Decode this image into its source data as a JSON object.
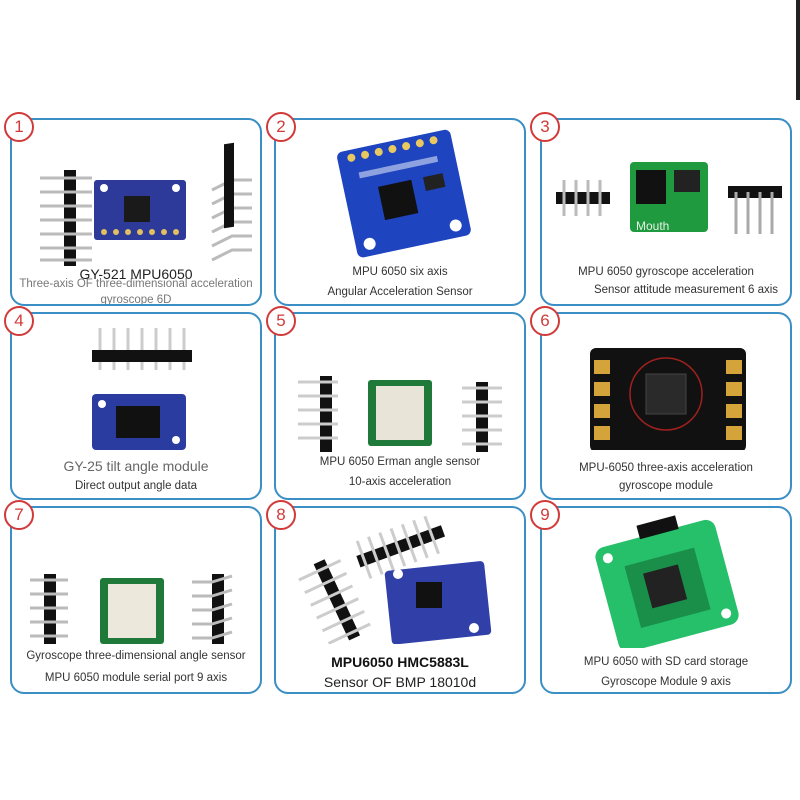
{
  "accent_border": "#3b8fc4",
  "badge_color": "#d23a3a",
  "cards": [
    {
      "number": "1",
      "lines": [
        "GY-521 MPU6050",
        "Three-axis OF three-dimensional acceleration",
        "gyroscope 6D"
      ]
    },
    {
      "number": "2",
      "lines": [
        "MPU 6050 six axis",
        "Angular Acceleration Sensor"
      ]
    },
    {
      "number": "3",
      "lines": [
        "MPU 6050 gyroscope acceleration",
        "Sensor attitude measurement 6 axis"
      ],
      "board_label": "Mouth"
    },
    {
      "number": "4",
      "lines": [
        "GY-25 tilt angle module",
        "Direct output angle data"
      ]
    },
    {
      "number": "5",
      "lines": [
        "MPU 6050 Erman angle sensor",
        "10-axis acceleration"
      ]
    },
    {
      "number": "6",
      "lines": [
        "MPU-6050 three-axis acceleration",
        "gyroscope module"
      ]
    },
    {
      "number": "7",
      "lines": [
        "Gyroscope three-dimensional angle sensor",
        "MPU 6050 module serial port 9 axis"
      ]
    },
    {
      "number": "8",
      "lines": [
        "MPU6050 HMC5883L",
        "Sensor OF BMP 18010d"
      ]
    },
    {
      "number": "9",
      "lines": [
        "MPU 6050 with SD card storage",
        "Gyroscope Module 9 axis"
      ]
    }
  ]
}
